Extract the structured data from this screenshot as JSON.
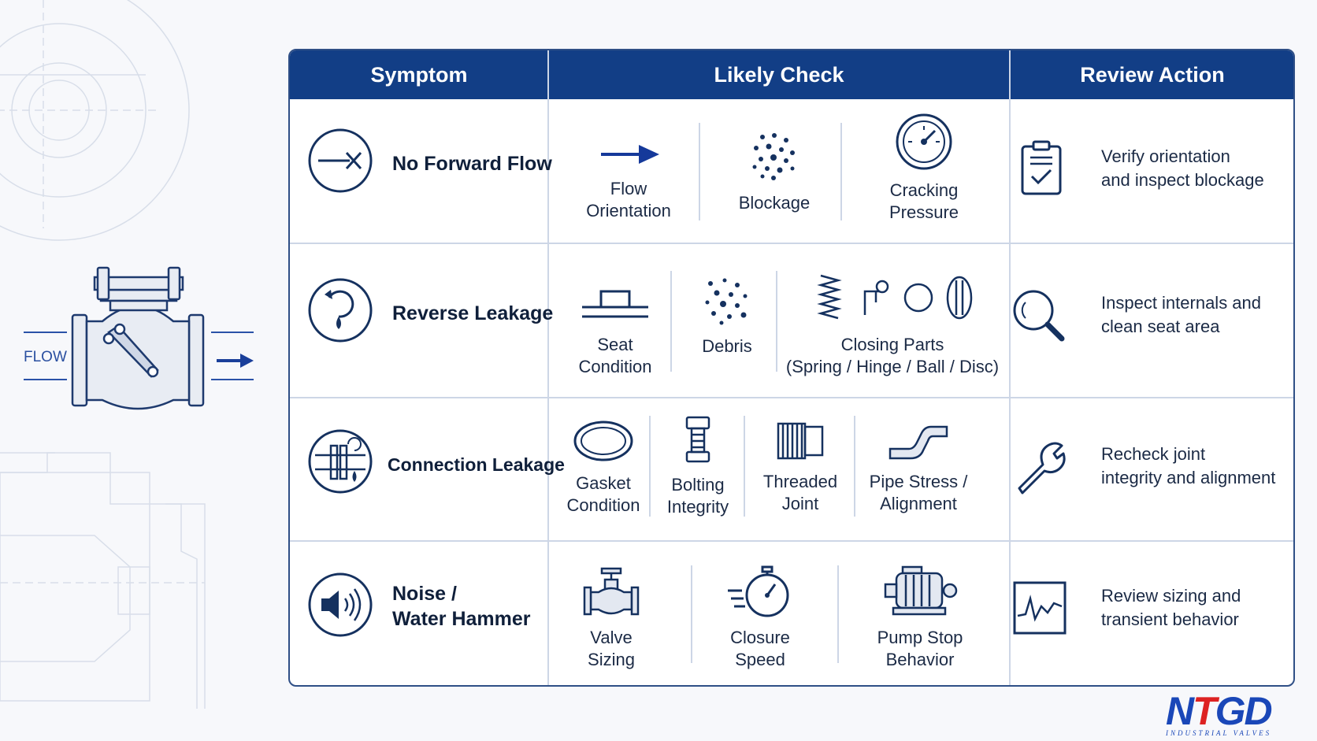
{
  "header": {
    "col_symptom": "Symptom",
    "col_check": "Likely Check",
    "col_action": "Review Action"
  },
  "valve_label": "FLOW",
  "rows": [
    {
      "symptom": "No Forward Flow",
      "checks": [
        {
          "l1": "Flow",
          "l2": "Orientation",
          "icon": "arrow-right-icon"
        },
        {
          "l1": "Blockage",
          "l2": "",
          "icon": "dots-icon"
        },
        {
          "l1": "Cracking",
          "l2": "Pressure",
          "icon": "gauge-icon"
        }
      ],
      "action_l1": "Verify orientation",
      "action_l2": "and inspect blockage",
      "action_icon": "clipboard-check-icon"
    },
    {
      "symptom": "Reverse Leakage",
      "checks": [
        {
          "l1": "Seat",
          "l2": "Condition",
          "icon": "seat-icon"
        },
        {
          "l1": "Debris",
          "l2": "",
          "icon": "debris-icon"
        },
        {
          "l1": "Closing Parts",
          "l2": "(Spring / Hinge / Ball / Disc)",
          "icon": "closing-parts-icon"
        }
      ],
      "action_l1": "Inspect internals and",
      "action_l2": "clean seat area",
      "action_icon": "magnifier-icon"
    },
    {
      "symptom": "Connection Leakage",
      "checks": [
        {
          "l1": "Gasket",
          "l2": "Condition",
          "icon": "gasket-icon"
        },
        {
          "l1": "Bolting",
          "l2": "Integrity",
          "icon": "bolt-icon"
        },
        {
          "l1": "Threaded",
          "l2": "Joint",
          "icon": "threaded-pipe-icon"
        },
        {
          "l1": "Pipe Stress /",
          "l2": "Alignment",
          "icon": "pipe-bend-icon"
        }
      ],
      "action_l1": "Recheck joint",
      "action_l2": "integrity and alignment",
      "action_icon": "wrench-icon"
    },
    {
      "symptom_l1": "Noise /",
      "symptom_l2": "Water Hammer",
      "checks": [
        {
          "l1": "Valve",
          "l2": "Sizing",
          "icon": "valve-icon"
        },
        {
          "l1": "Closure",
          "l2": "Speed",
          "icon": "stopwatch-icon"
        },
        {
          "l1": "Pump Stop",
          "l2": "Behavior",
          "icon": "pump-motor-icon"
        }
      ],
      "action_l1": "Review sizing and",
      "action_l2": "transient behavior",
      "action_icon": "waveform-chart-icon"
    }
  ],
  "logo": {
    "main_a": "N",
    "main_t": "T",
    "main_b": "GD",
    "sub": "INDUSTRIAL VALVES"
  },
  "colors": {
    "header_bg": "#123e86",
    "accent": "#1a47b8",
    "line": "#2f4f86"
  }
}
